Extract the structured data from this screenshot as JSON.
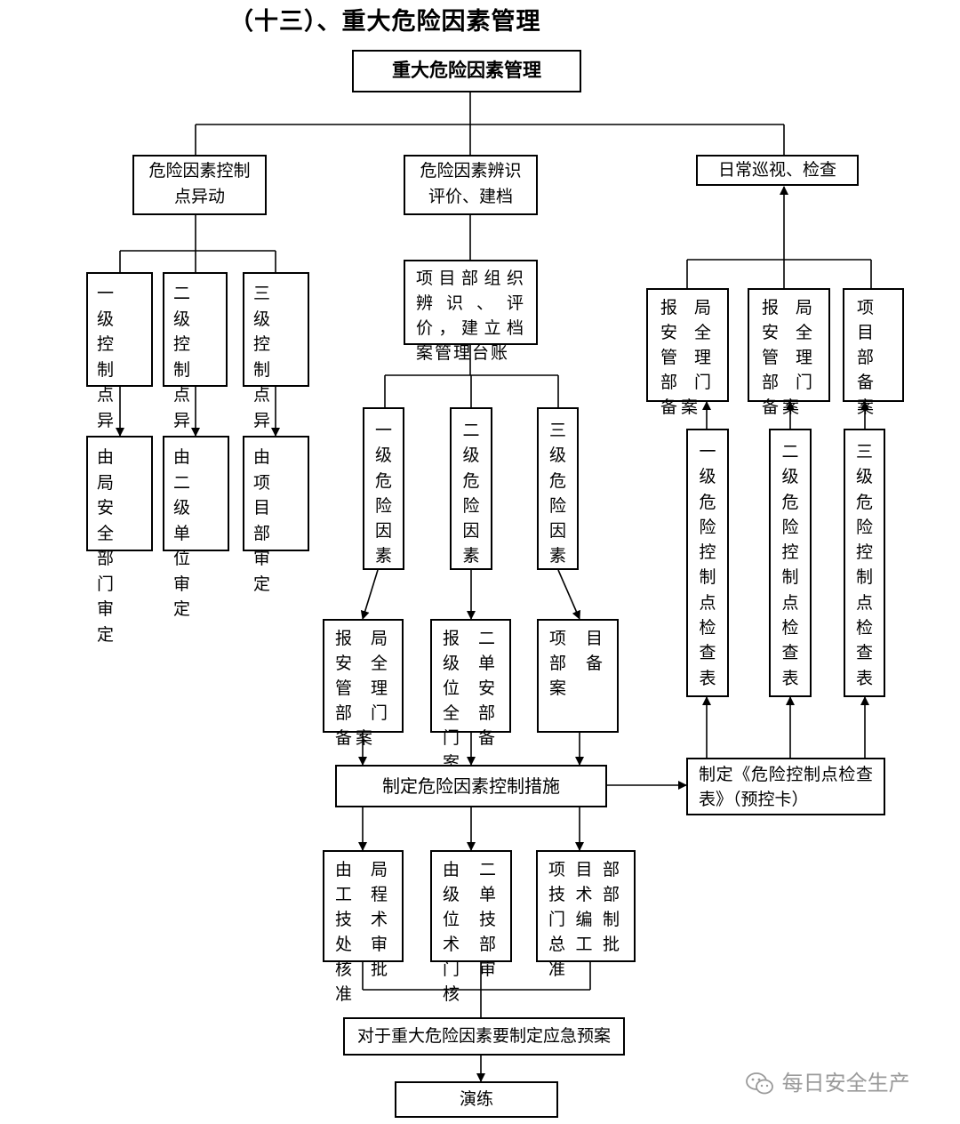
{
  "title": "（十三）、重大危险因素管理",
  "root": "重大危险因素管理",
  "branches": {
    "left": "危险因素控制\n点异动",
    "middle": "危险因素辨识\n评价、建档",
    "right": "日常巡视、检查"
  },
  "left_levels": [
    "一 级\n控 制\n点 异\n动",
    "二 级\n控 制\n点 异\n动",
    "三 级\n控 制\n点 异\n动"
  ],
  "left_approvals": [
    "由 局\n安 全\n部 门\n审定",
    "由 二\n级 单\n位 审\n定",
    "由 项\n目 部\n审定"
  ],
  "project_org": "项目部组织辨识、评价，建立档案管理台账",
  "hazard_levels": [
    "一\n级\n危\n险\n因\n素",
    "二\n级\n危\n险\n因\n素",
    "三\n级\n危\n险\n因\n素"
  ],
  "filings": [
    "报局安全管理部门备案",
    "报二级单位安全部门备案",
    "项目部备案"
  ],
  "control_measures": "制定危险因素控制措施",
  "approvals": [
    "由局工程技术处审核批准",
    "由二级单位技术部门审核",
    "项目部技术部门编制总工批准"
  ],
  "emergency_plan": "对于重大危险因素要制定应急预案",
  "drill": "演练",
  "checklist_card": "制定《危险控制点检查表》（预控卡）",
  "right_filings": [
    "报局安全管理部门备案",
    "报局安全管理部门备案",
    "项目部备案"
  ],
  "checklists": [
    "一\n级\n危\n险\n控\n制\n点\n检\n查\n表",
    "二\n级\n危\n险\n控\n制\n点\n检\n查\n表",
    "三\n级\n危\n险\n控\n制\n点\n检\n查\n表"
  ],
  "watermark": "每日安全生产",
  "colors": {
    "line": "#000000",
    "watermark": "#9a9a9a"
  }
}
